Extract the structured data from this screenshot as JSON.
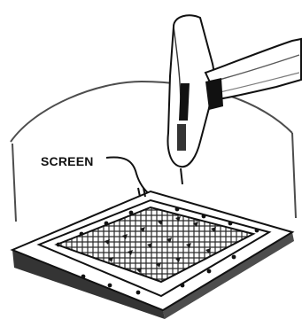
{
  "labels": {
    "screen": "SCREEN"
  },
  "colors": {
    "ink": "#111111",
    "paper": "#ffffff"
  },
  "icons": {
    "tool": "hammer-icon",
    "frame": "screen-frame",
    "mesh": "screen-mesh"
  }
}
